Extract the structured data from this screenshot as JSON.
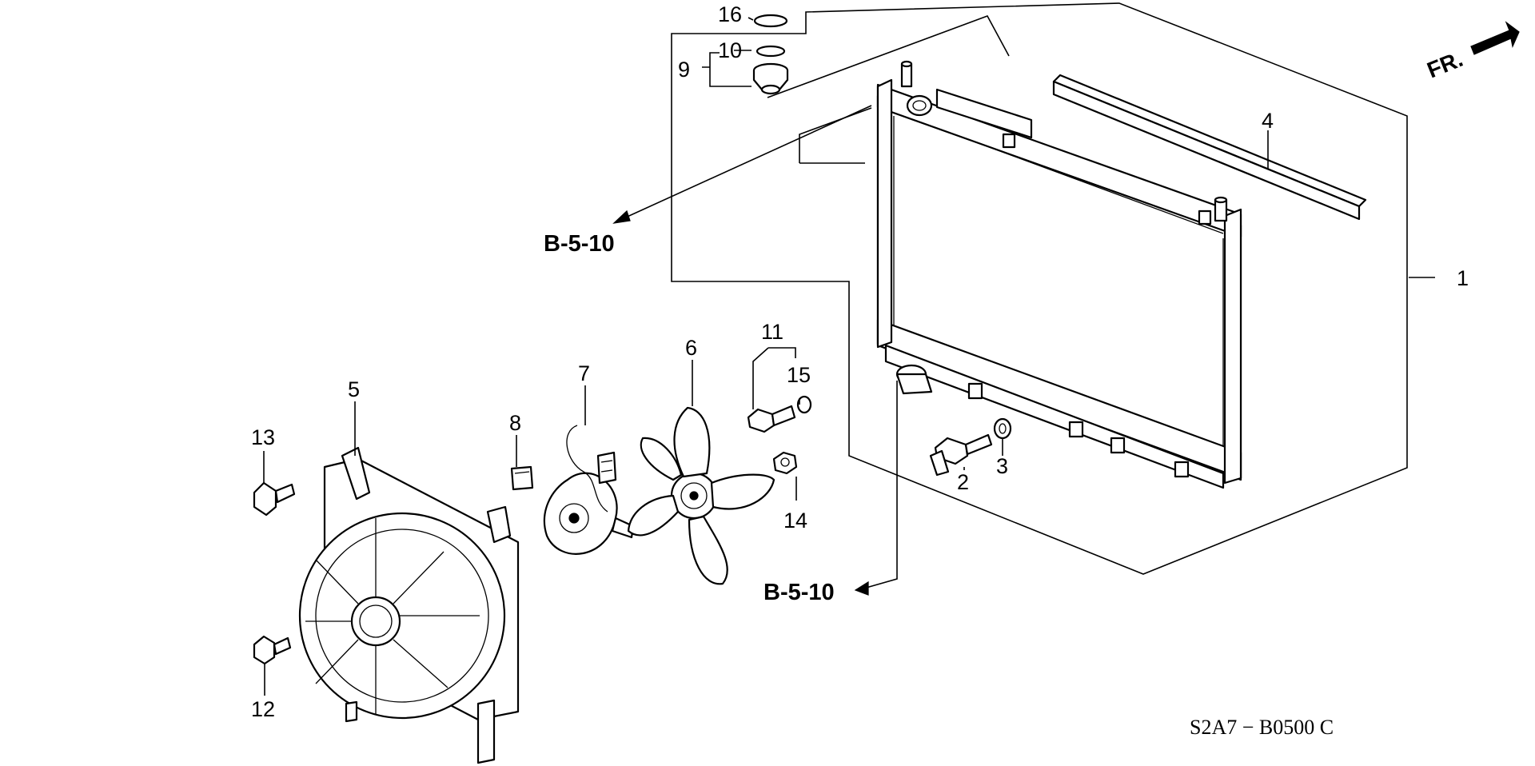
{
  "callouts": {
    "n1": "1",
    "n2": "2",
    "n3": "3",
    "n4": "4",
    "n5": "5",
    "n6": "6",
    "n7": "7",
    "n8": "8",
    "n9": "9",
    "n10": "10",
    "n11": "11",
    "n12": "12",
    "n13": "13",
    "n14": "14",
    "n15": "15",
    "n16": "16"
  },
  "references": {
    "upper": "B-5-10",
    "lower": "B-5-10"
  },
  "direction_label": "FR.",
  "diagram_code": "S2A7 − B0500 C"
}
